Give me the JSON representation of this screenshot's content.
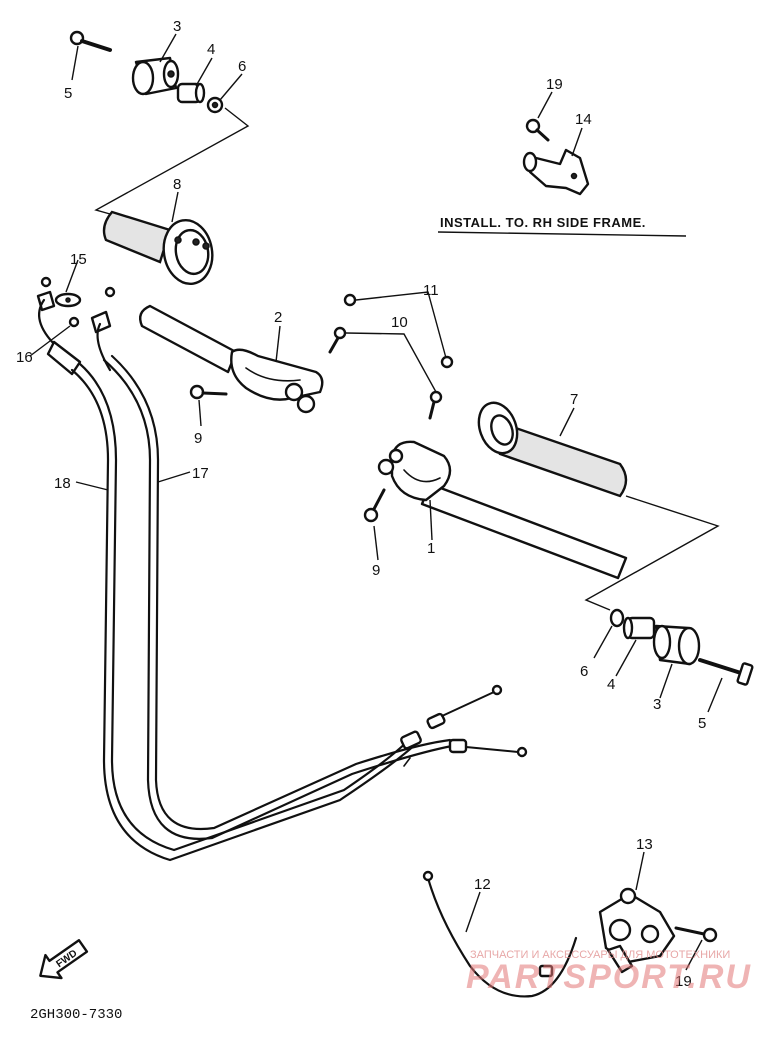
{
  "diagram": {
    "callouts": {
      "c1": "1",
      "c2": "2",
      "c3a": "3",
      "c3b": "3",
      "c4a": "4",
      "c4b": "4",
      "c5a": "5",
      "c5b": "5",
      "c6a": "6",
      "c6b": "6",
      "c7": "7",
      "c8": "8",
      "c9a": "9",
      "c9b": "9",
      "c10": "10",
      "c11": "11",
      "c12": "12",
      "c13": "13",
      "c14": "14",
      "c15": "15",
      "c16": "16",
      "c17": "17",
      "c18": "18",
      "c19a": "19",
      "c19b": "19"
    },
    "install_note": "INSTALL. TO. RH SIDE FRAME.",
    "fwd_label": "FWD",
    "drawing_code": "2GH300-7330"
  },
  "watermark": {
    "caption": "ЗАПЧАСТИ И АКСЕССУАРЫ ДЛЯ МОТОТЕХНИКИ",
    "brand": "PARTSPORT.RU"
  }
}
